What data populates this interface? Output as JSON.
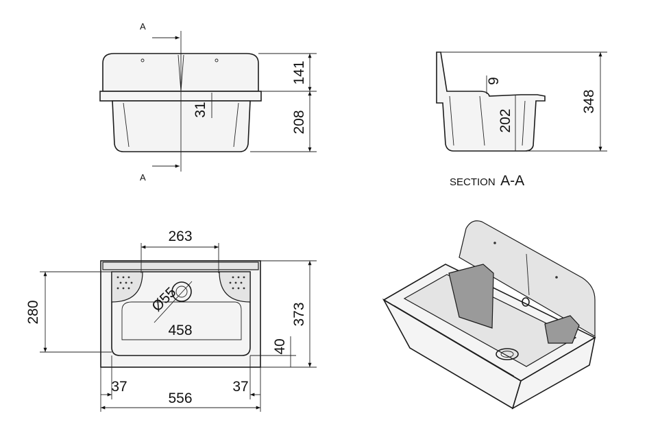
{
  "front_view": {
    "section_mark_top": "A",
    "section_mark_bottom": "A",
    "dim_backsplash_height": "141",
    "dim_bowl_height": "208",
    "dim_rim_offset": "31"
  },
  "section_view": {
    "caption_prefix": "SECTION",
    "caption_id": "A-A",
    "dim_total_height": "348",
    "dim_rim_thickness": "9",
    "dim_inner_depth": "202"
  },
  "top_view": {
    "dim_grate_spacing": "263",
    "dim_drain_diameter": "Ø55",
    "dim_inner_width": "458",
    "dim_depth_outer": "373",
    "dim_depth_inner": "280",
    "dim_front_offset": "40",
    "dim_side_left": "37",
    "dim_side_right": "37",
    "dim_total_width": "556"
  },
  "colors": {
    "line": "#1a1a1a",
    "fill": "#f4f4f4",
    "shade": "#e4e4e4"
  }
}
